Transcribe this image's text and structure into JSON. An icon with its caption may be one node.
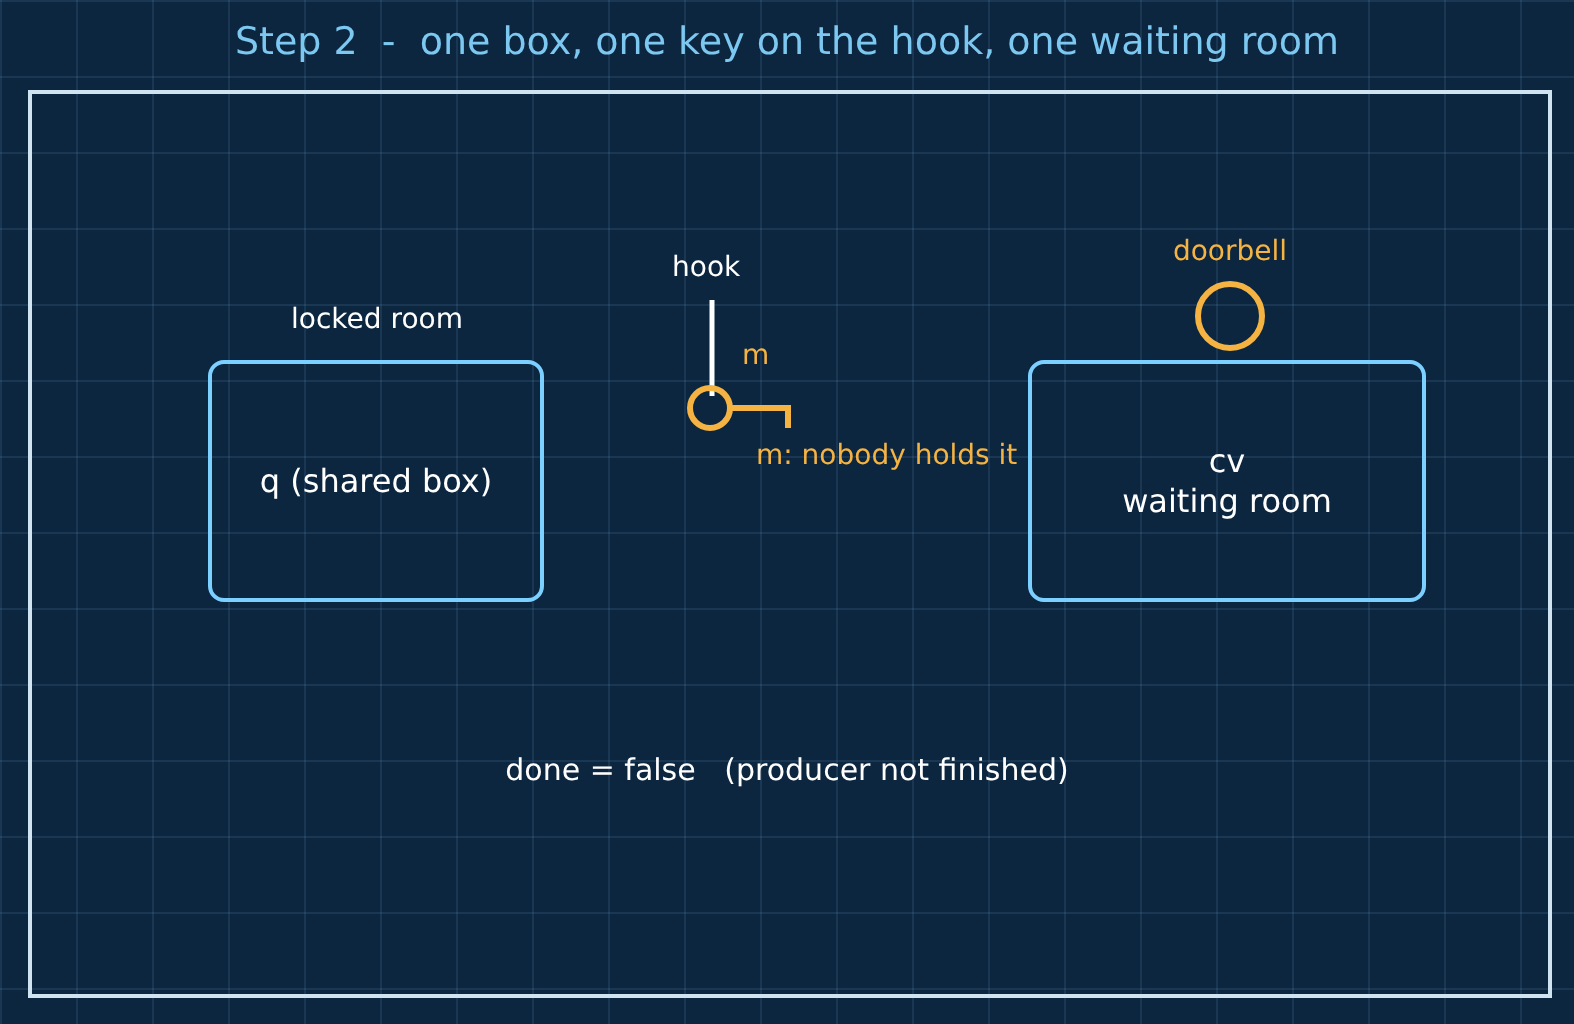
{
  "diagram": {
    "title": "Step 2  -  one box, one key on the hook, one waiting room",
    "nodes": [
      {
        "text": [
          "locked room",
          "q (shared box)"
        ]
      },
      {
        "text": [
          "hook",
          "m"
        ],
        "beside": [
          "m: nobody holds it"
        ]
      },
      {
        "text": [
          "doorbell"
        ]
      },
      {
        "text": [
          "cv",
          "waiting room"
        ]
      }
    ],
    "labels": [
      "done = false   (producer not finished)"
    ]
  }
}
